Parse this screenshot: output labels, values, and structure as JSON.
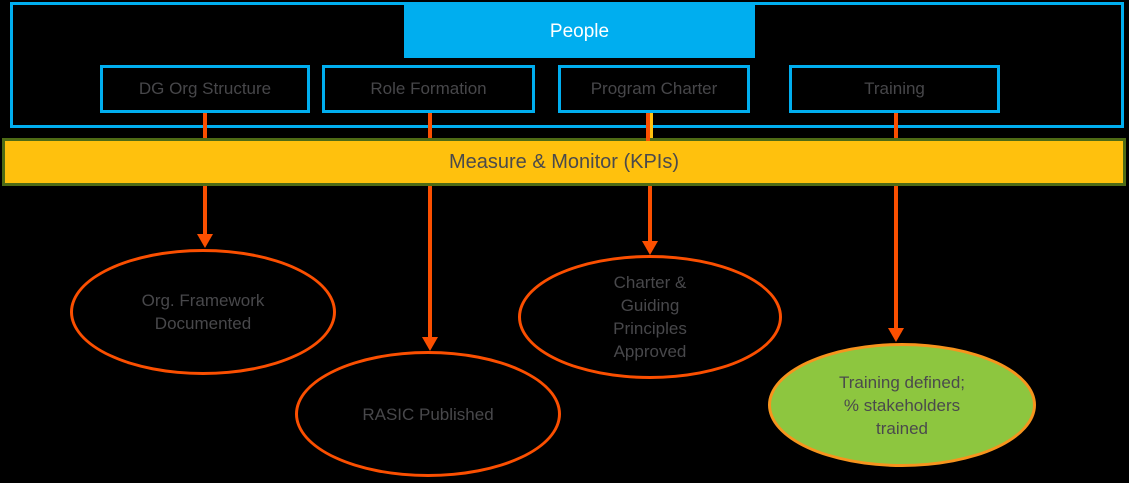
{
  "colors": {
    "background": "#000000",
    "blue": "#00AEEF",
    "yellow": "#FFC10D",
    "olive_border": "#4E6B15",
    "orange": "#FB4F00",
    "amber": "#F7941D",
    "green": "#8DC63F",
    "dark_text": "#48484B",
    "white_text": "#FFFFFF"
  },
  "people_section": {
    "title": "People",
    "categories": [
      {
        "label": "DG Org Structure"
      },
      {
        "label": "Role Formation"
      },
      {
        "label": "Program Charter"
      },
      {
        "label": "Training"
      }
    ]
  },
  "kpi_bar": {
    "label": "Measure & Monitor (KPIs)"
  },
  "outcomes": [
    {
      "lines": [
        "Org. Framework",
        "Documented"
      ]
    },
    {
      "lines": [
        "RASIC Published"
      ]
    },
    {
      "lines": [
        "Charter &",
        "Guiding",
        "Principles",
        "Approved"
      ]
    },
    {
      "lines": [
        "Training defined;",
        "% stakeholders",
        "trained"
      ]
    }
  ]
}
